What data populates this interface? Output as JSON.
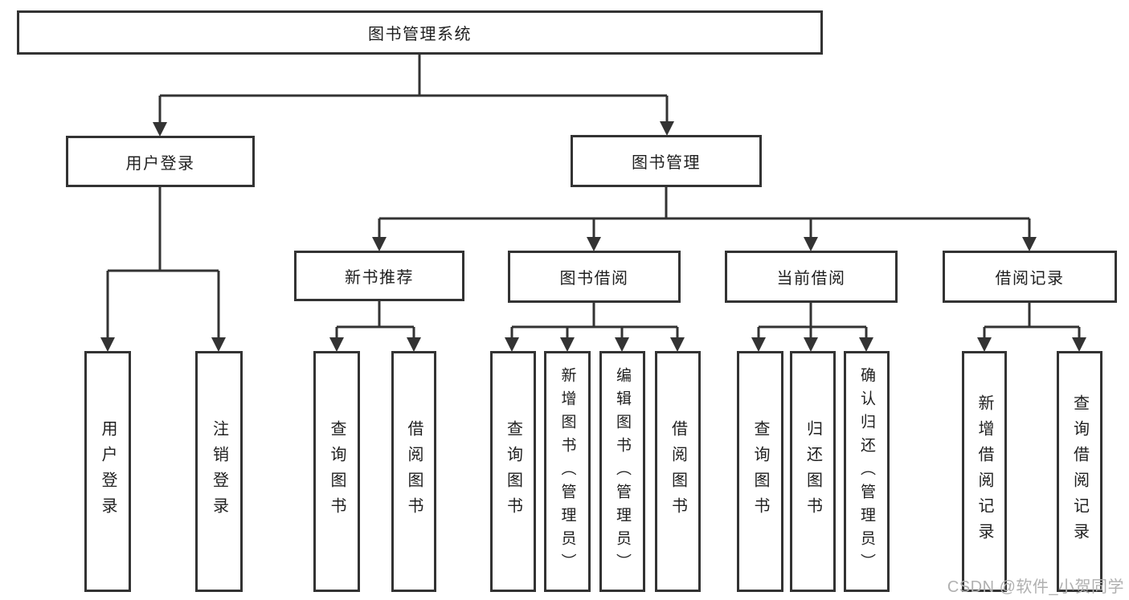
{
  "diagram": {
    "type": "hierarchy-diagram",
    "colors": {
      "line": "#333333",
      "border": "#333333",
      "text": "#1f1f1f",
      "background": "#ffffff",
      "watermark": "#b0b0b0"
    },
    "watermark": "CSDN @软件_小贺同学",
    "nodes": {
      "root": {
        "label": "图书管理系统"
      },
      "user_login": {
        "label": "用户登录"
      },
      "book_mgmt": {
        "label": "图书管理"
      },
      "new_book_rec": {
        "label": "新书推荐"
      },
      "book_borrow": {
        "label": "图书借阅"
      },
      "current_borrow": {
        "label": "当前借阅"
      },
      "borrow_records": {
        "label": "借阅记录"
      },
      "login": {
        "label": "用户登录"
      },
      "logout": {
        "label": "注销登录"
      },
      "rec_query_books": {
        "label": "查询图书"
      },
      "rec_borrow_books": {
        "label": "借阅图书"
      },
      "bb_query_books": {
        "label": "查询图书"
      },
      "bb_add_books": {
        "label": "新增图书（管理员）"
      },
      "bb_edit_books": {
        "label": "编辑图书（管理员）"
      },
      "bb_borrow_books": {
        "label": "借阅图书"
      },
      "cb_query_books": {
        "label": "查询图书"
      },
      "cb_return_books": {
        "label": "归还图书"
      },
      "cb_confirm_return": {
        "label": "确认归还（管理员）"
      },
      "br_add_record": {
        "label": "新增借阅记录"
      },
      "br_query_record": {
        "label": "查询借阅记录"
      }
    },
    "edges": [
      [
        "root",
        "user_login"
      ],
      [
        "root",
        "book_mgmt"
      ],
      [
        "user_login",
        "login"
      ],
      [
        "user_login",
        "logout"
      ],
      [
        "book_mgmt",
        "new_book_rec"
      ],
      [
        "book_mgmt",
        "book_borrow"
      ],
      [
        "book_mgmt",
        "current_borrow"
      ],
      [
        "book_mgmt",
        "borrow_records"
      ],
      [
        "new_book_rec",
        "rec_query_books"
      ],
      [
        "new_book_rec",
        "rec_borrow_books"
      ],
      [
        "book_borrow",
        "bb_query_books"
      ],
      [
        "book_borrow",
        "bb_add_books"
      ],
      [
        "book_borrow",
        "bb_edit_books"
      ],
      [
        "book_borrow",
        "bb_borrow_books"
      ],
      [
        "current_borrow",
        "cb_query_books"
      ],
      [
        "current_borrow",
        "cb_return_books"
      ],
      [
        "current_borrow",
        "cb_confirm_return"
      ],
      [
        "borrow_records",
        "br_add_record"
      ],
      [
        "borrow_records",
        "br_query_record"
      ]
    ]
  }
}
